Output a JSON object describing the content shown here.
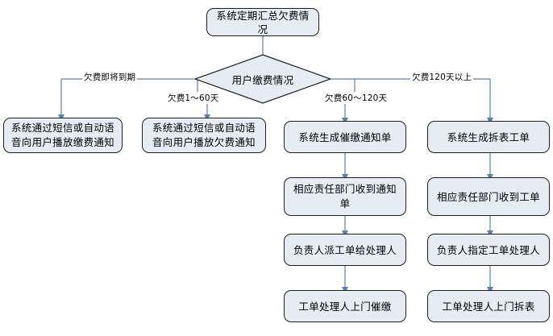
{
  "diagram": {
    "title_node": {
      "label": "系统定期汇总欠费情况"
    },
    "decision": {
      "label": "用户缴费情况"
    },
    "edge_labels": {
      "branch1": "欠费即将到期",
      "branch2": "欠费1～60天",
      "branch3": "欠费60～120天",
      "branch4": "欠费120天以上"
    },
    "columns": [
      {
        "name": "column-expiring-soon",
        "nodes": [
          {
            "label": "系统通过短信或自动语音向用户播放缴费通知"
          }
        ]
      },
      {
        "name": "column-1-to-60-days",
        "nodes": [
          {
            "label": "系统通过短信或自动语音向用户播放欠费通知"
          }
        ]
      },
      {
        "name": "column-60-to-120-days",
        "nodes": [
          {
            "label": "系统生成催缴通知单"
          },
          {
            "label": "相应责任部门收到通知单"
          },
          {
            "label": "负责人派工单给处理人"
          },
          {
            "label": "工单处理人上门催缴"
          }
        ]
      },
      {
        "name": "column-over-120-days",
        "nodes": [
          {
            "label": "系统生成拆表工单"
          },
          {
            "label": "相应责任部门收到工单"
          },
          {
            "label": "负责人指定工单处理人"
          },
          {
            "label": "工单处理人上门拆表"
          }
        ]
      }
    ],
    "colors": {
      "node_fill": "#e6ebf4",
      "node_border": "#1f1f1f",
      "connector": "#5b7fb0",
      "text": "#000000",
      "background": "#ffffff"
    }
  }
}
